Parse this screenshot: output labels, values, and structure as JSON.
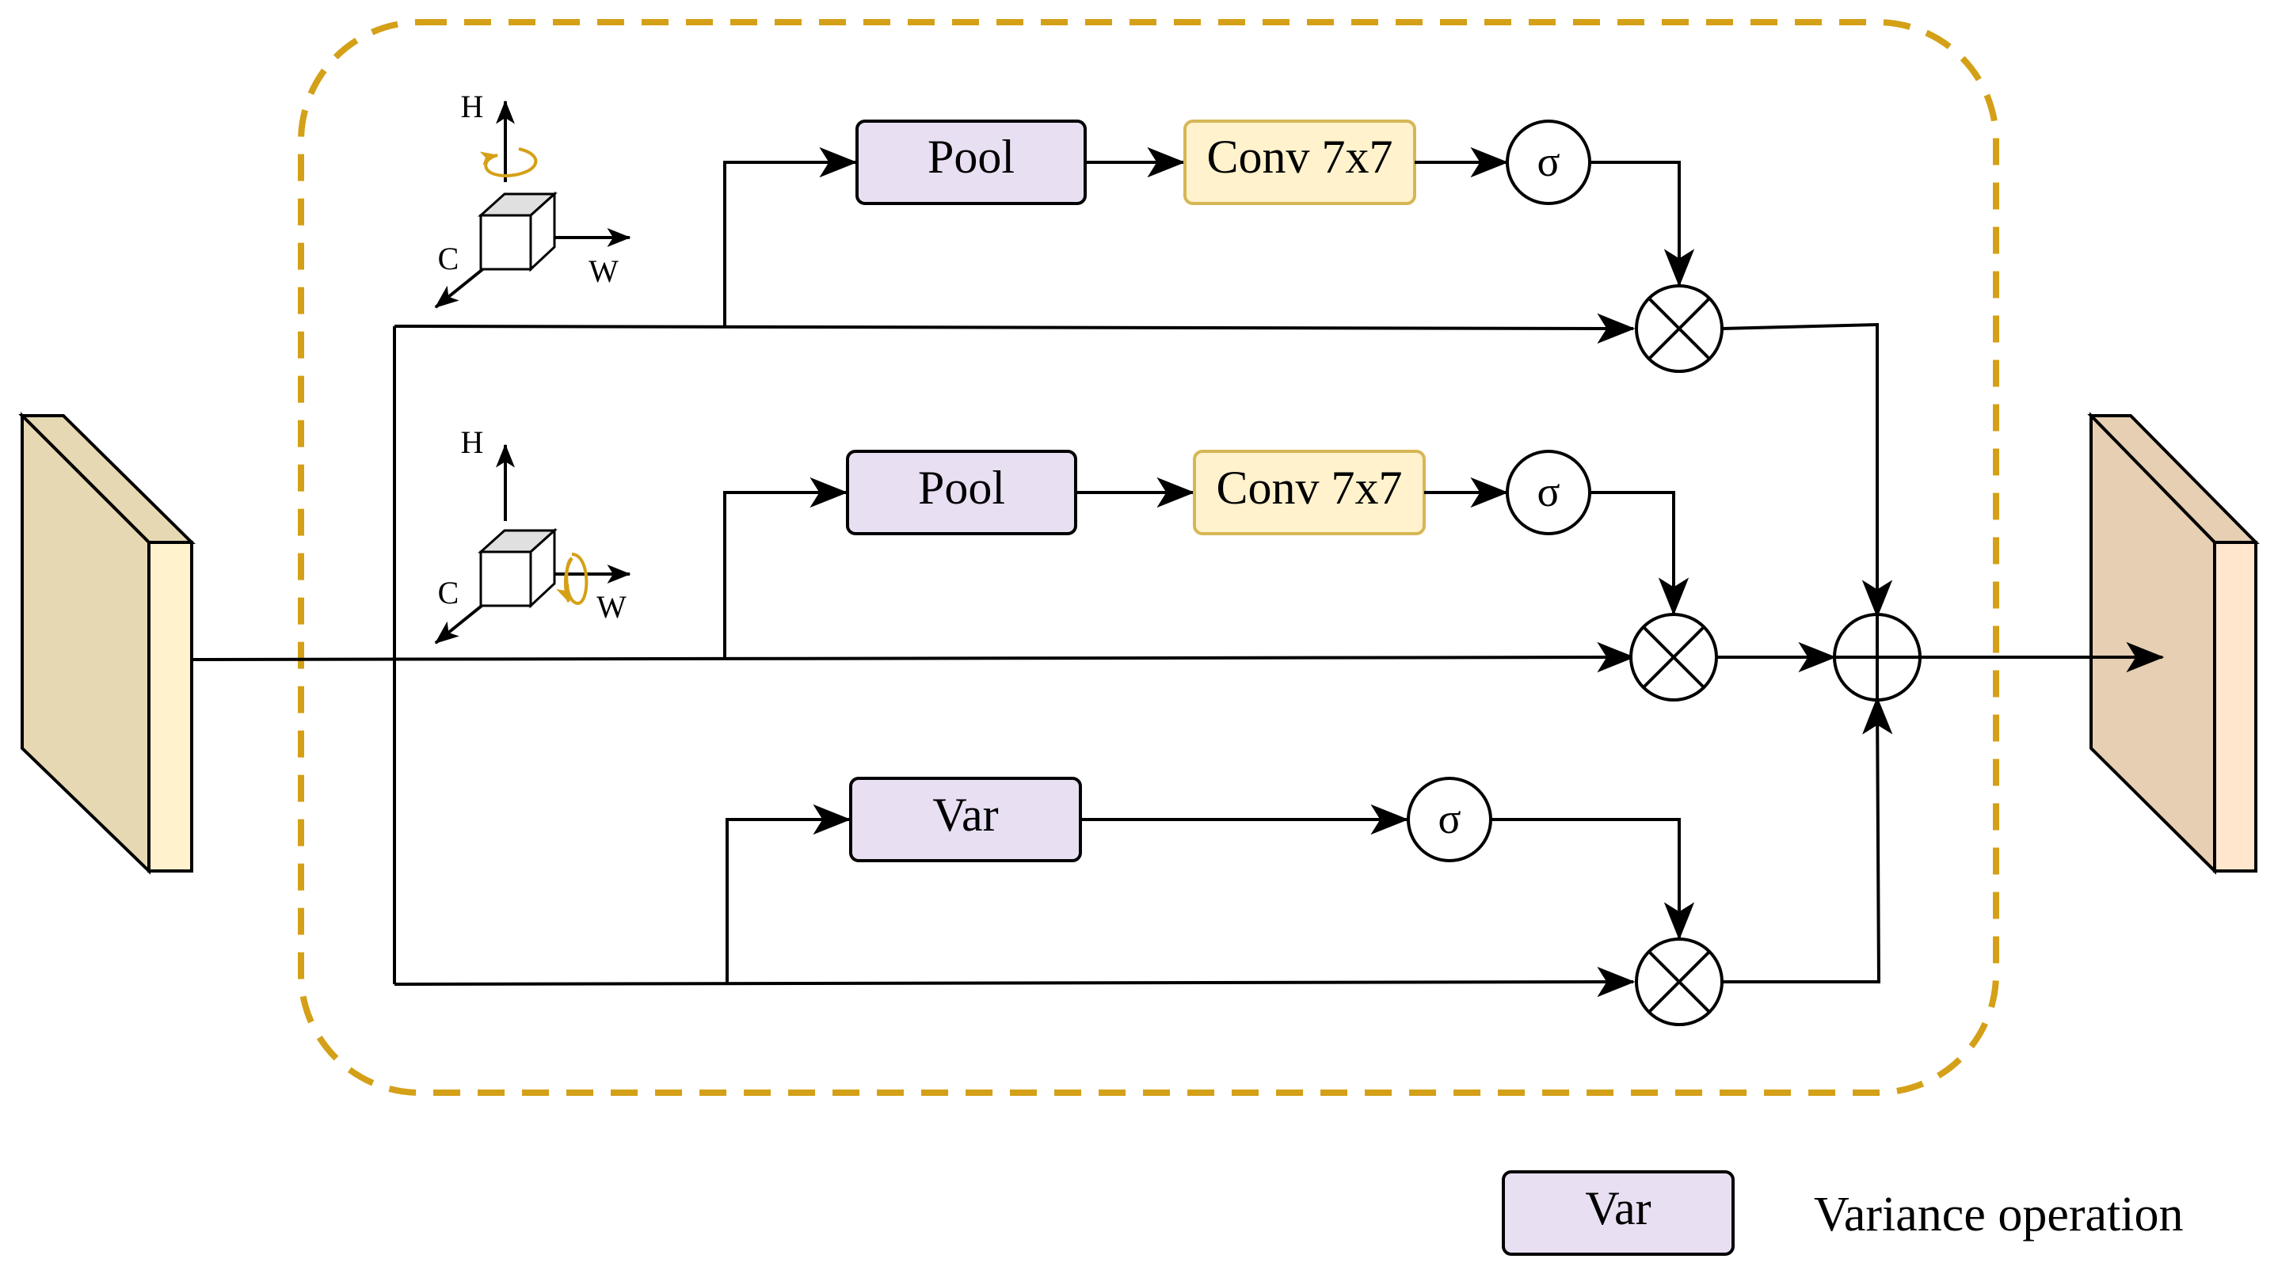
{
  "branch_top": {
    "pool": "Pool",
    "conv": "Conv 7x7",
    "sigma": "σ",
    "axes": {
      "h": "H",
      "c": "C",
      "w": "W"
    }
  },
  "branch_mid": {
    "pool": "Pool",
    "conv": "Conv 7x7",
    "sigma": "σ",
    "axes": {
      "h": "H",
      "c": "C",
      "w": "W"
    }
  },
  "branch_bot": {
    "var": "Var",
    "sigma": "σ"
  },
  "legend": {
    "box": "Var",
    "text": "Variance operation"
  },
  "colors": {
    "dashed_border": "#d4a017",
    "pool_fill": "#e8dff2",
    "conv_fill": "#fff2cc",
    "conv_stroke": "#d6b656",
    "input_face": "#e6d8b2",
    "input_side": "#fff2cc",
    "output_face": "#e6cfb2",
    "output_side": "#ffe6cc",
    "rotation_arrow": "#d4a017"
  }
}
